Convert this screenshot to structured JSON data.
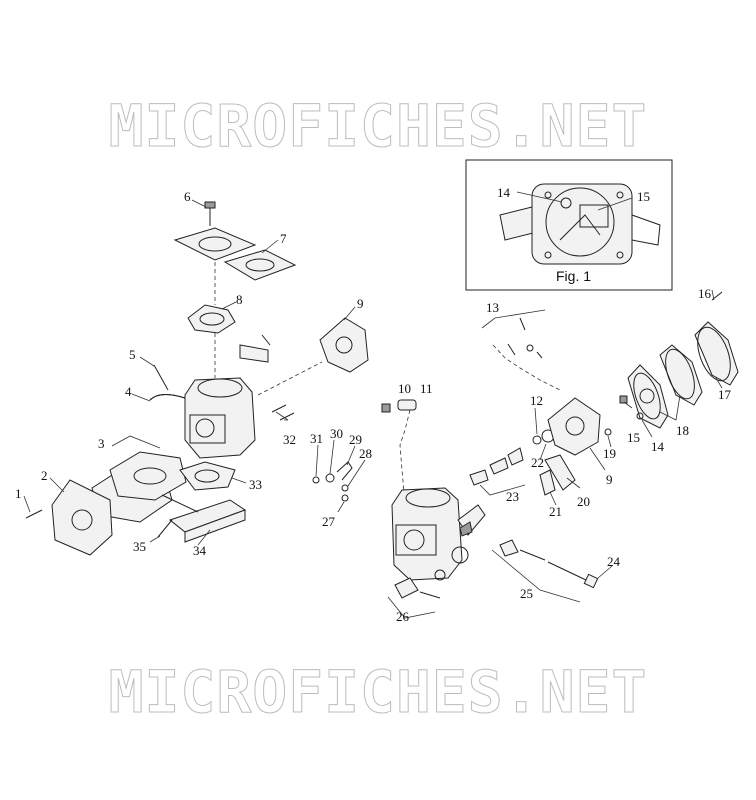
{
  "watermark": {
    "text": "MICROFICHES.NET"
  },
  "inset": {
    "caption": "Fig. 1",
    "callouts": [
      "14",
      "15"
    ]
  },
  "callouts": [
    "1",
    "2",
    "3",
    "4",
    "5",
    "6",
    "7",
    "8",
    "9",
    "9",
    "10",
    "11",
    "12",
    "13",
    "14",
    "15",
    "16",
    "17",
    "18",
    "19",
    "20",
    "21",
    "22",
    "23",
    "24",
    "25",
    "26",
    "27",
    "28",
    "29",
    "30",
    "31",
    "32",
    "33",
    "34",
    "35"
  ]
}
